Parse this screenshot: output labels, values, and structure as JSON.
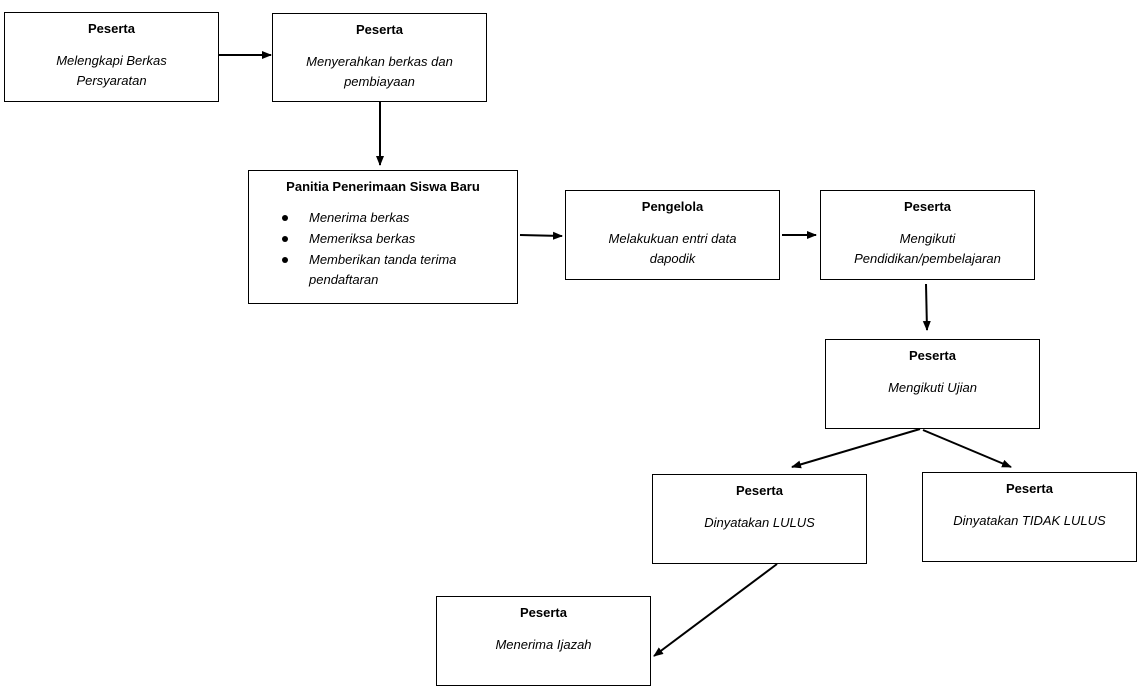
{
  "nodes": {
    "melengkapi": {
      "title": "Peserta",
      "desc": "Melengkapi Berkas Persyaratan"
    },
    "menyerahkan": {
      "title": "Peserta",
      "desc": "Menyerahkan berkas dan pembiayaan"
    },
    "panitia": {
      "title": "Panitia Penerimaan Siswa Baru",
      "items": [
        "Menerima berkas",
        "Memeriksa berkas",
        "Memberikan tanda terima pendaftaran"
      ]
    },
    "pengelola": {
      "title": "Pengelola",
      "desc": "Melakukuan entri data dapodik"
    },
    "mengikuti_pendidikan": {
      "title": "Peserta",
      "desc": "Mengikuti Pendidikan/pembelajaran"
    },
    "mengikuti_ujian": {
      "title": "Peserta",
      "desc": "Mengikuti Ujian"
    },
    "lulus": {
      "title": "Peserta",
      "desc": "Dinyatakan LULUS"
    },
    "tidak_lulus": {
      "title": "Peserta",
      "desc": "Dinyatakan TIDAK LULUS"
    },
    "ijazah": {
      "title": "Peserta",
      "desc": "Menerima Ijazah"
    }
  },
  "edges": [
    {
      "from": "melengkapi",
      "to": "menyerahkan"
    },
    {
      "from": "menyerahkan",
      "to": "panitia"
    },
    {
      "from": "panitia",
      "to": "pengelola"
    },
    {
      "from": "pengelola",
      "to": "mengikuti_pendidikan"
    },
    {
      "from": "mengikuti_pendidikan",
      "to": "mengikuti_ujian"
    },
    {
      "from": "mengikuti_ujian",
      "to": "lulus"
    },
    {
      "from": "mengikuti_ujian",
      "to": "tidak_lulus"
    },
    {
      "from": "lulus",
      "to": "ijazah"
    }
  ],
  "colors": {
    "stroke": "#000000",
    "fill": "#ffffff"
  }
}
